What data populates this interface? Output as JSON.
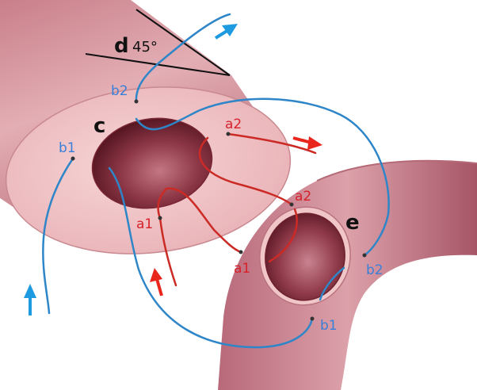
{
  "labels": {
    "angle_letter": "d",
    "angle_value": "45°",
    "left_vessel": "c",
    "right_vessel": "e",
    "a1_left": "a1",
    "a2_left": "a2",
    "b1_left": "b1",
    "b2_left": "b2",
    "a1_right": "a1",
    "a2_right": "a2",
    "b1_right": "b1",
    "b2_right": "b2"
  },
  "colors": {
    "vessel_body": "#d08b94",
    "vessel_dark": "#a85a66",
    "cut_face": "#f2c6c8",
    "lumen_inner": "#6e2431",
    "suture_red": "#cc2a24",
    "suture_blue": "#2e86c8",
    "arrow_red": "#e8261c",
    "arrow_blue": "#1e9be0",
    "label_blue": "#3a7fd8",
    "label_red": "#d6222a"
  }
}
